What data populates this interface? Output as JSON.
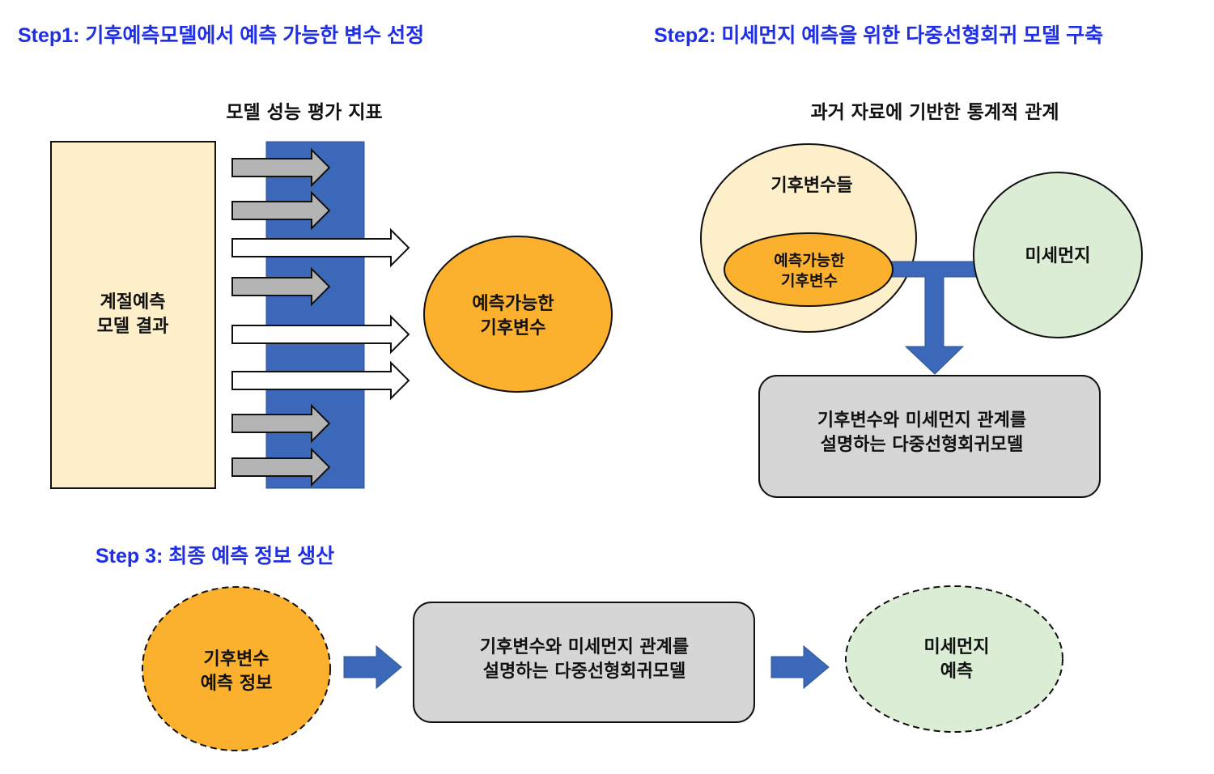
{
  "colors": {
    "step_title": "#1f2fe6",
    "cream": "#fdefc9",
    "blue": "#3b68b8",
    "gray_arrow": "#b4b4b4",
    "orange": "#fbb12d",
    "light_green": "#dcedd6",
    "box_gray": "#d6d6d6"
  },
  "step1": {
    "title": "Step1: 기후예측모델에서 예측 가능한 변수 선정",
    "subtitle": "모델 성능 평가 지표",
    "source_box": {
      "line1": "계절예측",
      "line2": "모델 결과"
    },
    "arrows": [
      {
        "passes": false
      },
      {
        "passes": false
      },
      {
        "passes": true
      },
      {
        "passes": false
      },
      {
        "passes": true
      },
      {
        "passes": true
      },
      {
        "passes": false
      },
      {
        "passes": false
      }
    ],
    "result": {
      "line1": "예측가능한",
      "line2": "기후변수"
    }
  },
  "step2": {
    "title": "Step2: 미세먼지 예측을 위한 다중선형회귀 모델 구축",
    "subtitle": "과거 자료에 기반한 통계적 관계",
    "climate_vars": "기후변수들",
    "predictable": {
      "line1": "예측가능한",
      "line2": "기후변수"
    },
    "pm": "미세먼지",
    "model_box": {
      "line1": "기후변수와 미세먼지 관계를",
      "line2": "설명하는 다중선형회귀모델"
    }
  },
  "step3": {
    "title": "Step 3: 최종 예측 정보 생산",
    "input": {
      "line1": "기후변수",
      "line2": "예측 정보"
    },
    "model_box": {
      "line1": "기후변수와 미세먼지 관계를",
      "line2": "설명하는 다중선형회귀모델"
    },
    "output": {
      "line1": "미세먼지",
      "line2": "예측"
    }
  }
}
